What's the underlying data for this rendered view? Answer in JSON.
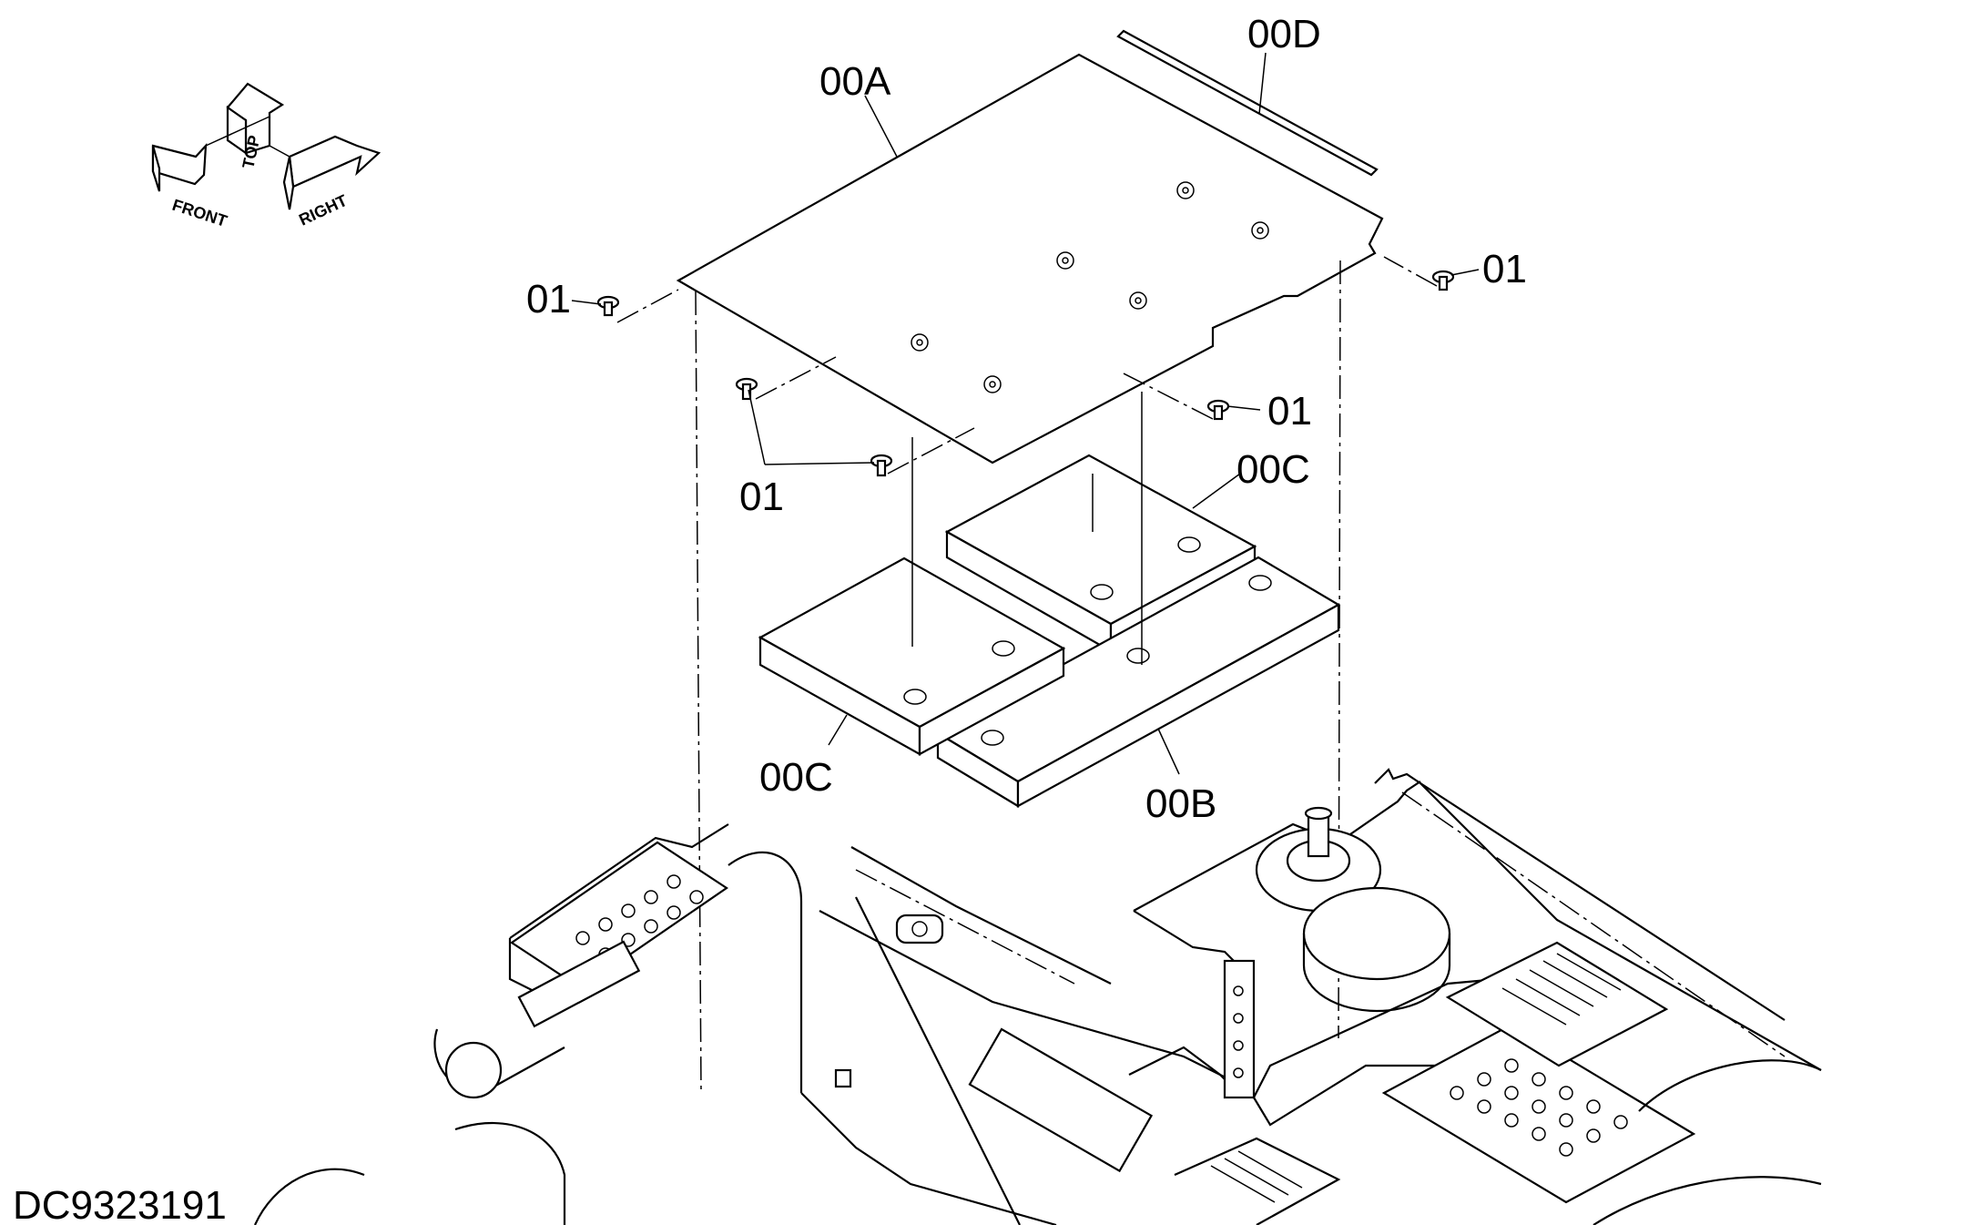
{
  "drawing": {
    "number": "DC9323191"
  },
  "orientation": {
    "front": "FRONT",
    "top": "TOP",
    "right": "RIGHT"
  },
  "callouts": {
    "plate": "00A",
    "mat_rear": "00B",
    "mat_upper": "00C",
    "mat_lower": "00C",
    "strip": "00D",
    "bolt_left": "01",
    "bolt_right": "01",
    "bolt_mid_right": "01",
    "bolt_pair": "01"
  }
}
